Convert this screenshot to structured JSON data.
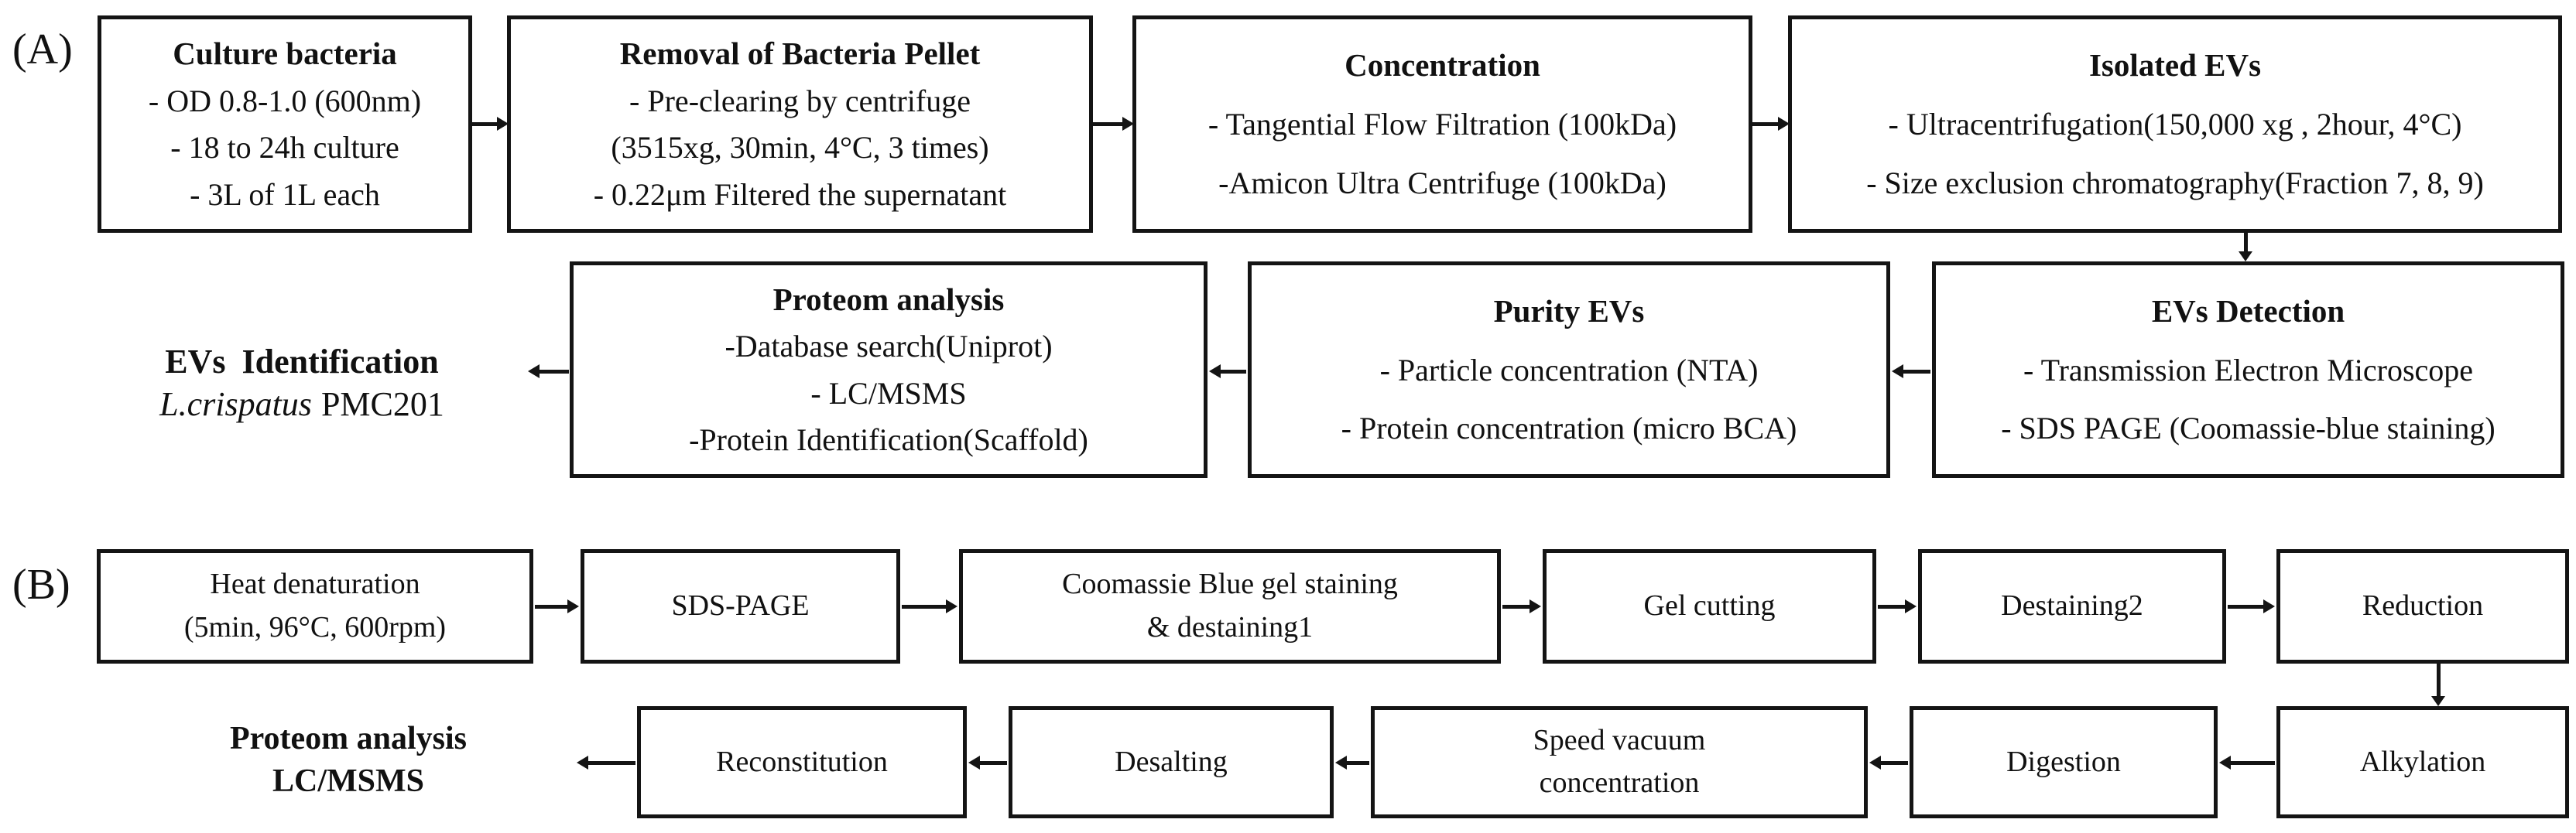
{
  "colors": {
    "border": "#141414",
    "text": "#111111",
    "background": "#ffffff"
  },
  "panel_a": {
    "label": "(A)",
    "row1": [
      {
        "title": "Culture bacteria",
        "lines": [
          "- OD 0.8-1.0 (600nm)",
          "- 18 to 24h culture",
          "- 3L of 1L each"
        ]
      },
      {
        "title": "Removal of Bacteria Pellet",
        "lines": [
          "- Pre-clearing by centrifuge",
          "(3515xg, 30min, 4°C, 3 times)",
          "- 0.22μm Filtered the supernatant"
        ]
      },
      {
        "title": "Concentration",
        "lines": [
          "- Tangential Flow Filtration (100kDa)",
          "-Amicon Ultra Centrifuge (100kDa)"
        ]
      },
      {
        "title": "Isolated EVs",
        "lines": [
          "- Ultracentrifugation(150,000 xg , 2hour, 4°C)",
          "- Size exclusion chromatography(Fraction 7, 8, 9)"
        ]
      }
    ],
    "row2": [
      {
        "title": "EVs Detection",
        "lines": [
          "- Transmission Electron Microscope",
          "- SDS PAGE (Coomassie-blue staining)"
        ]
      },
      {
        "title": "Purity EVs",
        "lines": [
          "- Particle concentration (NTA)",
          "- Protein concentration (micro BCA)"
        ]
      },
      {
        "title": "Proteom analysis",
        "lines": [
          "-Database search(Uniprot)",
          "- LC/MSMS",
          "-Protein Identification(Scaffold)"
        ]
      }
    ],
    "result": {
      "title": "EVs Identification",
      "species": "L.crispatus",
      "strain": "PMC201"
    }
  },
  "panel_b": {
    "label": "(B)",
    "row1": [
      {
        "lines": [
          "Heat denaturation",
          "(5min, 96°C, 600rpm)"
        ]
      },
      {
        "lines": [
          "SDS-PAGE"
        ]
      },
      {
        "lines": [
          "Coomassie Blue gel staining",
          "& destaining1"
        ]
      },
      {
        "lines": [
          "Gel cutting"
        ]
      },
      {
        "lines": [
          "Destaining2"
        ]
      },
      {
        "lines": [
          "Reduction"
        ]
      }
    ],
    "row2": [
      {
        "lines": [
          "Alkylation"
        ]
      },
      {
        "lines": [
          "Digestion"
        ]
      },
      {
        "lines": [
          "Speed vacuum",
          "concentration"
        ]
      },
      {
        "lines": [
          "Desalting"
        ]
      },
      {
        "lines": [
          "Reconstitution"
        ]
      }
    ],
    "result": {
      "lines": [
        "Proteom analysis",
        "LC/MSMS"
      ]
    }
  }
}
